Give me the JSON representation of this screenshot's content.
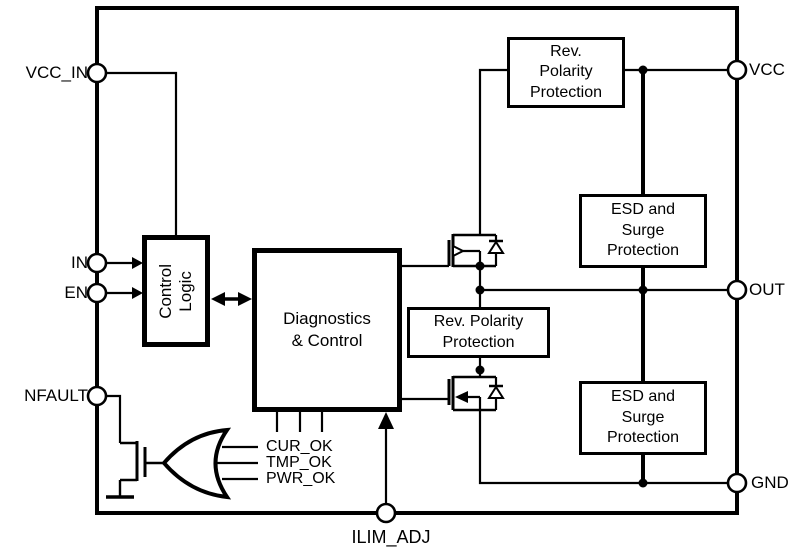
{
  "figure": {
    "type": "ic-block-diagram",
    "colors": {
      "line": "#000000",
      "background": "#ffffff"
    },
    "pins": {
      "vcc_in": "VCC_IN",
      "in": "IN",
      "en": "EN",
      "nfault": "NFAULT",
      "ilim_adj": "ILIM_ADJ",
      "vcc": "VCC",
      "out": "OUT",
      "gnd": "GND"
    },
    "blocks": {
      "control_logic": "Control\nLogic",
      "diagnostics": "Diagnostics\n& Control",
      "rev_polarity_top": "Rev.\nPolarity\nProtection",
      "rev_polarity_mid": "Rev. Polarity\nProtection",
      "esd_top": "ESD and\nSurge\nProtection",
      "esd_bottom": "ESD and\nSurge\nProtection"
    },
    "signals": {
      "cur_ok": "CUR_OK",
      "tmp_ok": "TMP_OK",
      "pwr_ok": "PWR_OK"
    }
  }
}
